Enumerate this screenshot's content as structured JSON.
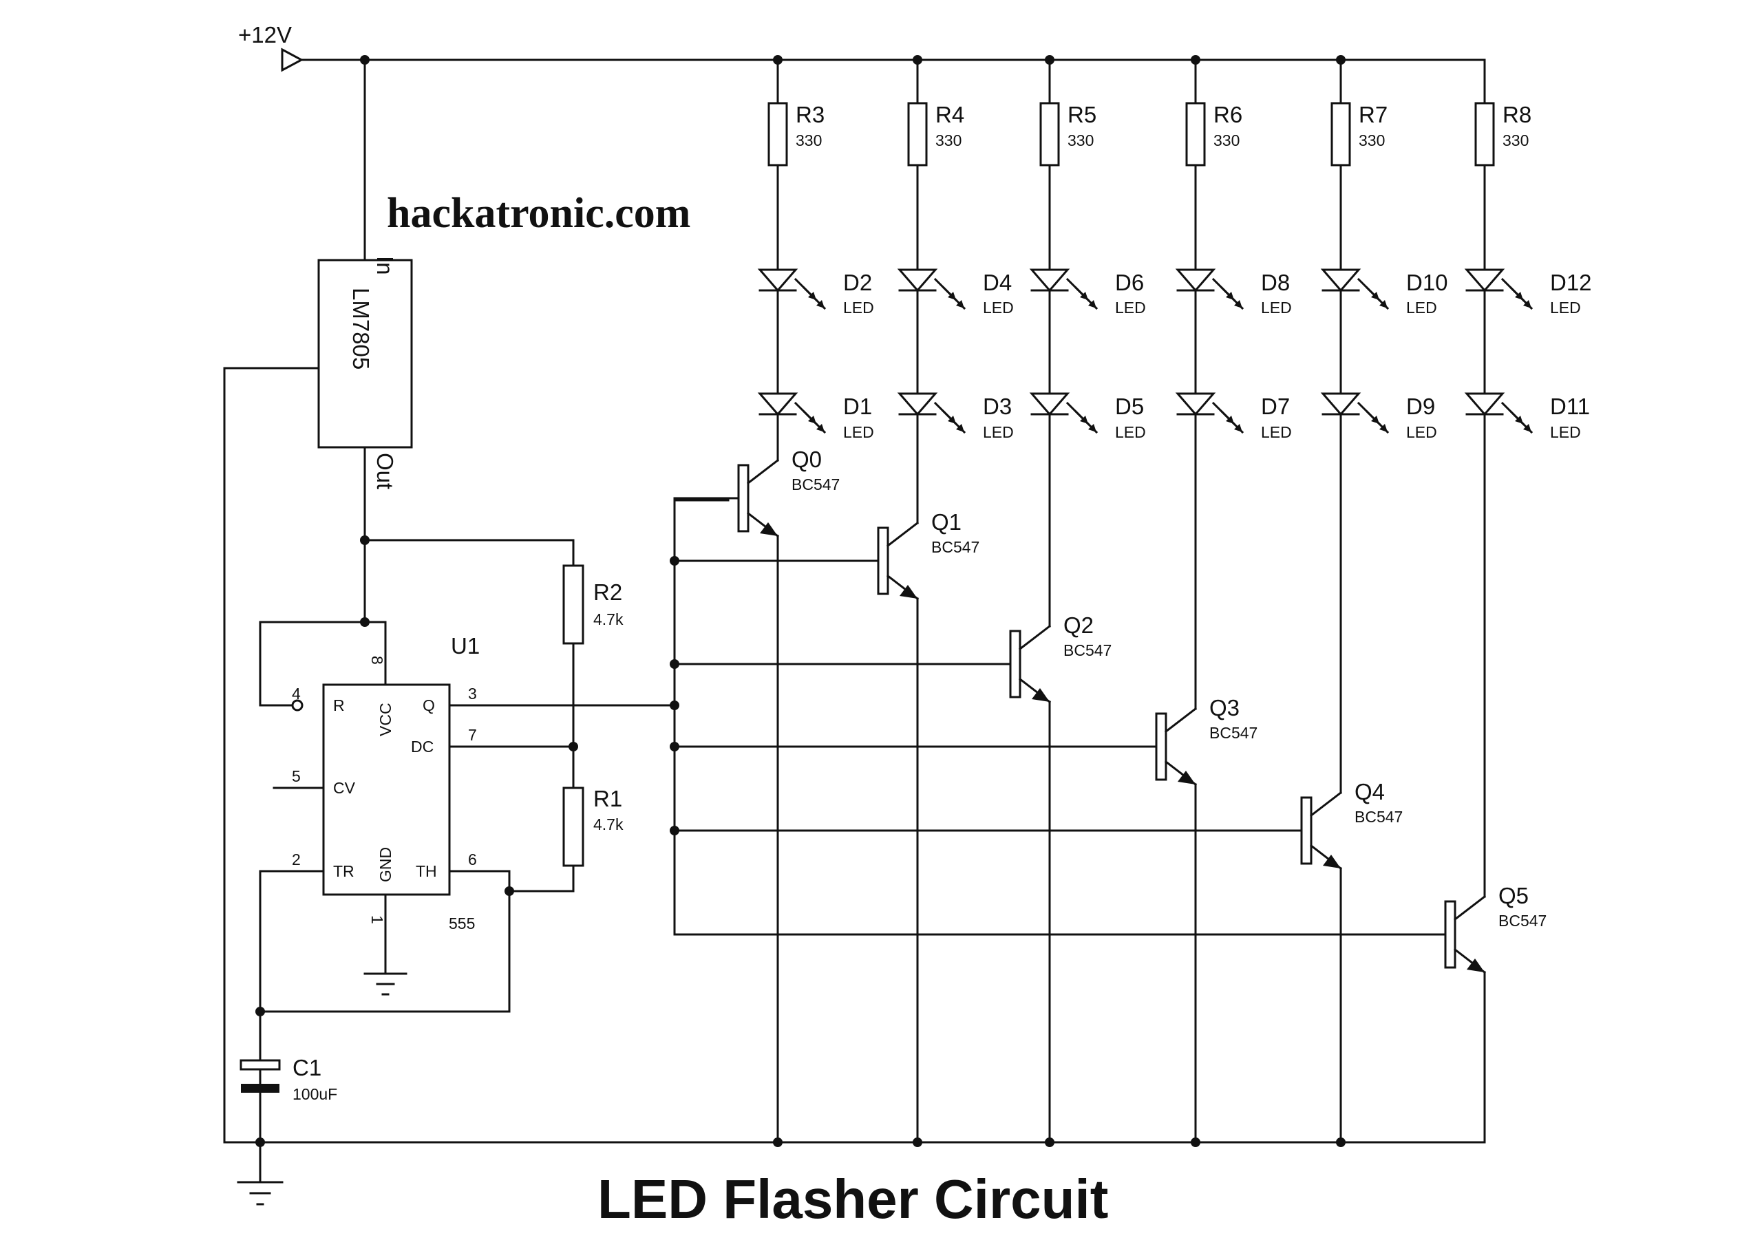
{
  "supply": {
    "label": "+12V"
  },
  "watermark": "hackatronic.com",
  "title": "LED Flasher Circuit",
  "regulator": {
    "name": "LM7805",
    "in_label": "In",
    "out_label": "Out"
  },
  "timer": {
    "ref": "U1",
    "part": "555",
    "pins": {
      "R": "R",
      "VCC": "VCC",
      "Q": "Q",
      "DC": "DC",
      "CV": "CV",
      "TR": "TR",
      "GND": "GND",
      "TH": "TH"
    },
    "pin_numbers": {
      "reset": "4",
      "vcc": "8",
      "out": "3",
      "dis": "7",
      "cv": "5",
      "trig": "2",
      "gnd": "1",
      "thr": "6"
    }
  },
  "timing": {
    "R2": {
      "ref": "R2",
      "value": "4.7k"
    },
    "R1": {
      "ref": "R1",
      "value": "4.7k"
    },
    "C1": {
      "ref": "C1",
      "value": "100uF"
    }
  },
  "resistors": [
    {
      "ref": "R3",
      "value": "330"
    },
    {
      "ref": "R4",
      "value": "330"
    },
    {
      "ref": "R5",
      "value": "330"
    },
    {
      "ref": "R6",
      "value": "330"
    },
    {
      "ref": "R7",
      "value": "330"
    },
    {
      "ref": "R8",
      "value": "330"
    }
  ],
  "leds_top": [
    {
      "ref": "D2",
      "type": "LED"
    },
    {
      "ref": "D4",
      "type": "LED"
    },
    {
      "ref": "D6",
      "type": "LED"
    },
    {
      "ref": "D8",
      "type": "LED"
    },
    {
      "ref": "D10",
      "type": "LED"
    },
    {
      "ref": "D12",
      "type": "LED"
    }
  ],
  "leds_bottom": [
    {
      "ref": "D1",
      "type": "LED"
    },
    {
      "ref": "D3",
      "type": "LED"
    },
    {
      "ref": "D5",
      "type": "LED"
    },
    {
      "ref": "D7",
      "type": "LED"
    },
    {
      "ref": "D9",
      "type": "LED"
    },
    {
      "ref": "D11",
      "type": "LED"
    }
  ],
  "transistors": [
    {
      "ref": "Q0",
      "part": "BC547"
    },
    {
      "ref": "Q1",
      "part": "BC547"
    },
    {
      "ref": "Q2",
      "part": "BC547"
    },
    {
      "ref": "Q3",
      "part": "BC547"
    },
    {
      "ref": "Q4",
      "part": "BC547"
    },
    {
      "ref": "Q5",
      "part": "BC547"
    }
  ],
  "icons": {
    "supply_arrow": "supply-arrow-icon",
    "ground": "ground-icon"
  }
}
